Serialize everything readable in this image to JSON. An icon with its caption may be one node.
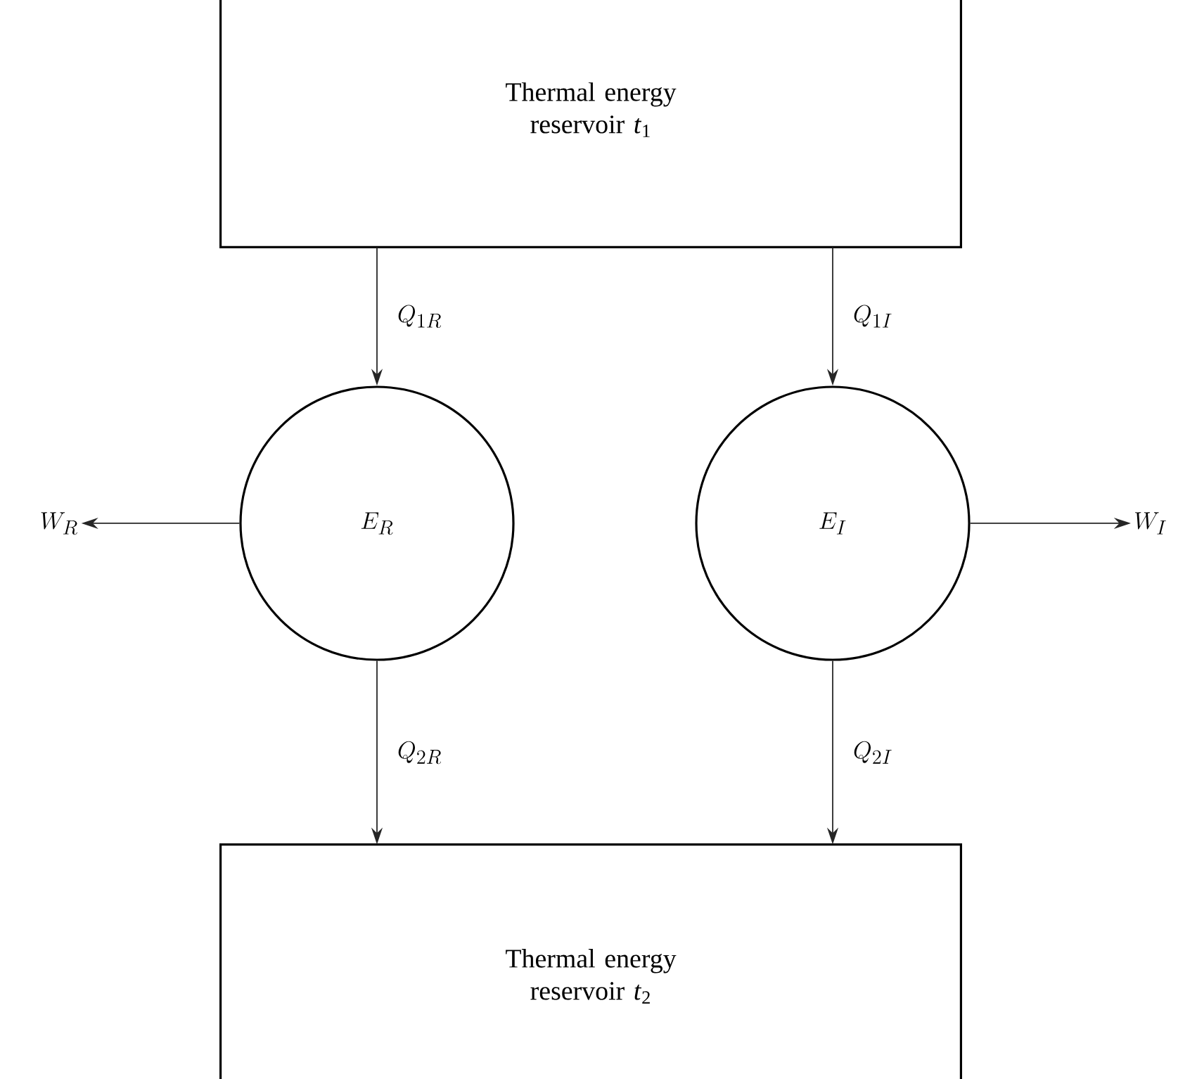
{
  "diagram": {
    "nodes": [
      {
        "text": [
          "Thermal energy reservoir *t*$_{1}$"
        ]
      },
      {
        "text": [
          "W_R"
        ]
      },
      {
        "text": [
          "E_R"
        ]
      },
      {
        "text": [
          "E_I"
        ]
      },
      {
        "text": [
          "W_I"
        ]
      },
      {
        "text": [
          "Thermal energy reservoir *t*$_{2}$"
        ]
      }
    ],
    "edges": [
      {
        "from": 0,
        "to": 2,
        "arrow": "to",
        "label": "Q_{1R}"
      },
      {
        "from": 0,
        "to": 3,
        "arrow": "to",
        "label": "Q_{1I}"
      },
      {
        "from": 2,
        "to": 1,
        "arrow": "to"
      },
      {
        "from": 3,
        "to": 4,
        "arrow": "to"
      },
      {
        "from": 2,
        "to": 5,
        "arrow": "to",
        "label": "Q_{2R}"
      },
      {
        "from": 3,
        "to": 5,
        "arrow": "to",
        "label": "Q_{2I}"
      }
    ]
  }
}
